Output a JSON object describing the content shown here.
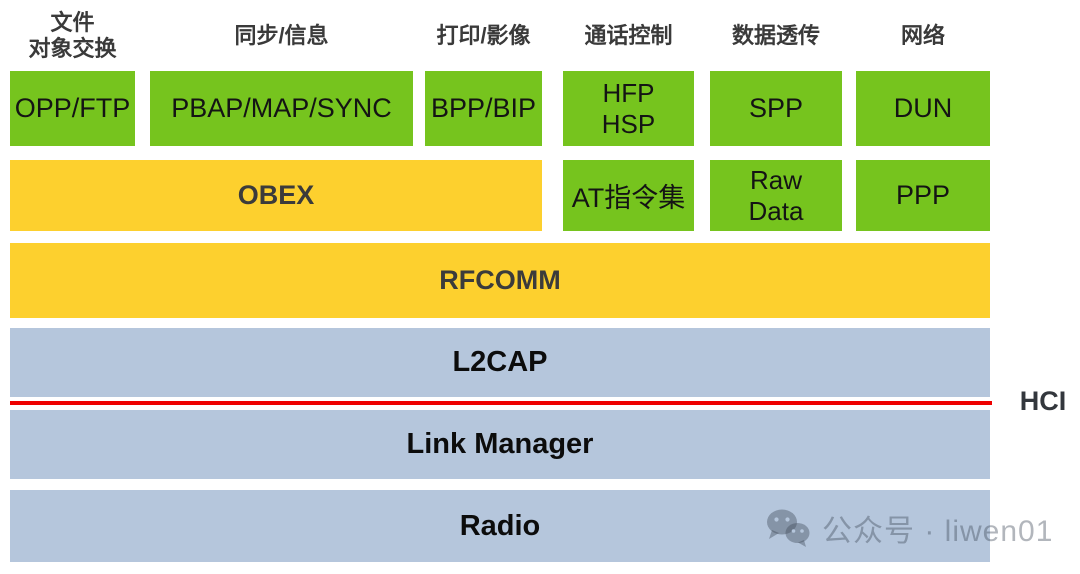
{
  "colors": {
    "green": "#76c41e",
    "yellow": "#fdd02e",
    "blue": "#b5c6dc",
    "red": "#ee0000"
  },
  "stack": {
    "columns": [
      {
        "id": "file-exchange",
        "header_lines": [
          "文件",
          "对象交换"
        ],
        "profile": "OPP/FTP"
      },
      {
        "id": "sync-message",
        "header_lines": [
          "同步/信息"
        ],
        "profile": "PBAP/MAP/SYNC"
      },
      {
        "id": "print-imaging",
        "header_lines": [
          "打印/影像"
        ],
        "profile": "BPP/BIP"
      },
      {
        "id": "call-control",
        "header_lines": [
          "通话控制"
        ],
        "profile_lines": [
          "HFP",
          "HSP"
        ]
      },
      {
        "id": "data-passthrough",
        "header_lines": [
          "数据透传"
        ],
        "profile": "SPP"
      },
      {
        "id": "network",
        "header_lines": [
          "网络"
        ],
        "profile": "DUN"
      }
    ],
    "obex": "OBEX",
    "at_commands": "AT指令集",
    "raw_data_lines": [
      "Raw",
      "Data"
    ],
    "ppp": "PPP",
    "rfcomm": "RFCOMM",
    "l2cap": "L2CAP",
    "hci": "HCI",
    "link_manager": "Link Manager",
    "radio": "Radio"
  },
  "watermark": {
    "icon": "wechat-icon",
    "text": "公众号 · liwen01"
  }
}
